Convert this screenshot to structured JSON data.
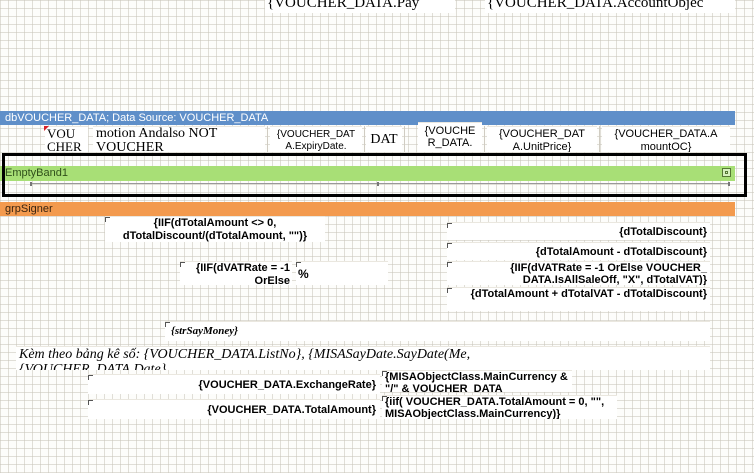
{
  "top_fields": {
    "voucher_pay": "{VOUCHER_DATA.Pay",
    "voucher_account_object": "{VOUCHER_DATA.AccountObjec"
  },
  "bands": {
    "detail_band": "dbVOUCHER_DATA; Data Source: VOUCHER_DATA",
    "empty_band": "EmptyBand1",
    "group_signer": "grpSigner"
  },
  "detail_cells": {
    "cell_1": "VOU CHER",
    "cell_2": "motion Andalso NOT VOUCHER",
    "cell_3": "{VOUCHER_DAT A.ExpiryDate.",
    "cell_4": "DAT",
    "cell_5": "{VOUCHE R_DATA.",
    "cell_6": "{VOUCHER_DAT A.UnitPrice}",
    "cell_7": "{VOUCHER_DATA.A mountOC}"
  },
  "signer_fields": {
    "iif_total_amount": "{IIF(dTotalAmount <> 0, dTotalDiscount/(dTotalAmount, \"\")}",
    "iif_vat_rate": "{IIF(dVATRate = -1 OrElse",
    "percent": "%",
    "total_discount": "{dTotalDiscount}",
    "amount_minus_discount": "{dTotalAmount - dTotalDiscount}",
    "iif_vat_rate_all": "{IIF(dVATRate = -1 OrElse VOUCHER_ DATA.IsAllSaleOff, \"X\", dTotalVAT)}",
    "amount_plus_vat": "{dTotalAmount + dTotalVAT - dTotalDiscount}",
    "str_say_money": "{strSayMoney}",
    "attachment_line": "Kèm theo bảng kê số: {VOUCHER_DATA.ListNo}, {MISASayDate.SayDate(Me,",
    "attachment_line_2": "{VOUCHER_DATA.Date}",
    "exchange_rate": "{VOUCHER_DATA.ExchangeRate}",
    "main_currency": "{MISAObjectClass.MainCurrency & \"/\" & VOUCHER_DATA",
    "total_amount": "{VOUCHER_DATA.TotalAmount}",
    "iif_total_main": "{iif( VOUCHER_DATA.TotalAmount = 0, \"\", MISAObjectClass.MainCurrency)}"
  }
}
